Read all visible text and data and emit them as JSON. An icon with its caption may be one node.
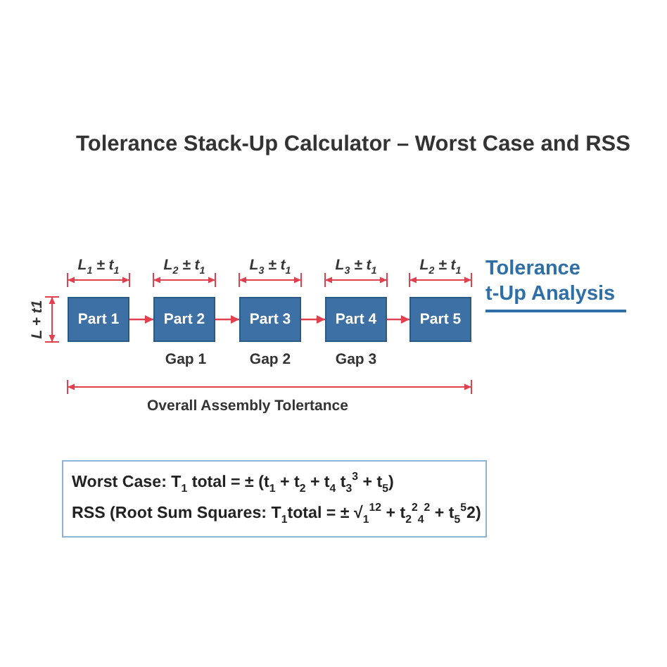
{
  "diagram": {
    "title": "Tolerance Stack-Up Calculator – Worst Case and RSS",
    "nodes": [
      {
        "text": [
          "Part 1"
        ]
      },
      {
        "text": [
          "Part 2"
        ]
      },
      {
        "text": [
          "Part 3"
        ]
      },
      {
        "text": [
          "Part 4"
        ]
      },
      {
        "text": [
          "Part 5"
        ]
      },
      {
        "text": [
          "Worst Case: T$_{1}$ total = ± (t$_{1}$ + t$_{2}$ + t$_{4}$ t$_{3}$$^{3}$ + t$_{5}$)",
          "RSS (Root Sum Squares: T$_{1}$total = ± √$_{1}$$^{12}$ + t$_{2}$$^{2}$$_{4}$$^{2}$ + t$_{5}$$^{5}$2)"
        ]
      }
    ],
    "edges": [
      {
        "from": 0,
        "to": 1,
        "arrow": "to"
      },
      {
        "from": 1,
        "to": 2,
        "arrow": "to"
      },
      {
        "from": 2,
        "to": 3,
        "arrow": "to"
      },
      {
        "from": 3,
        "to": 4,
        "arrow": "to"
      }
    ],
    "labels": [
      "L$_{1}$ ± t$_{1}$",
      "L$_{2}$ ± t$_{1}$",
      "L$_{3}$ ± t$_{1}$",
      "L$_{3}$ ± t$_{1}$",
      "L$_{2}$ ± t$_{1}$",
      "Tolerance t-Up Analysis",
      "L + t1",
      "Gap 1",
      "Gap 2",
      "Gap 3",
      "Overall Assembly Tolertance"
    ]
  }
}
